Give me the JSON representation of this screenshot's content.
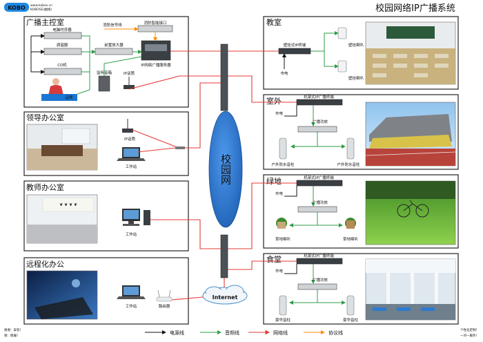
{
  "header": {
    "logo_text": "KOBO",
    "logo_sub_1": "www.kobos.cn",
    "logo_sub_2": "KOBOSE(曲线)",
    "title": "校园网络IP广播系统"
  },
  "center": {
    "label": "校园网"
  },
  "internet": {
    "label": "Internet"
  },
  "rooms": {
    "broadcast": {
      "title": "广播主控室",
      "fire_signal": "消防信号线",
      "fire_port": "消防智能接口",
      "timer": "电脑时序器",
      "tuner": "调谐器",
      "amp": "前置放大器",
      "server": "IP网络广播服务器",
      "cd": "CD机",
      "speaker": "监听音箱",
      "ipmic": "IP话筒",
      "desk_label": "话筒"
    },
    "leader": {
      "title": "领导办公室",
      "ipmic": "IP话筒",
      "pc": "工作站"
    },
    "teacher": {
      "title": "教师办公室",
      "pc": "工作站"
    },
    "remote": {
      "title": "远程化办公",
      "pc": "工作站",
      "router": "路由器"
    },
    "classroom": {
      "title": "教室",
      "terminal": "壁挂式IP终端",
      "speaker1": "壁挂喇叭",
      "speaker2": "壁挂喇叭",
      "power": "市电"
    },
    "outdoor": {
      "title": "室外",
      "terminal": "机架式IP广播终端",
      "power": "市电",
      "amp": "广播功放",
      "sp1": "户外防水音柱",
      "sp2": "户外防水音柱"
    },
    "lawn": {
      "title": "绿地",
      "terminal": "机架式IP广播终端",
      "power": "市电",
      "amp": "广播功放",
      "sp1": "草地喇叭",
      "sp2": "草地喇叭"
    },
    "canteen": {
      "title": "食堂",
      "terminal": "机架式IP广播终端",
      "power": "市电",
      "amp": "广播功放",
      "sp1": "豪华音柱",
      "sp2": "豪华音柱"
    }
  },
  "legend": {
    "power": "电源线",
    "audio": "音频线",
    "network": "网络线",
    "protocol": "协议线"
  },
  "footer": {
    "left_1": "谢谢：安装！",
    "left_2": "谢：胜偏！",
    "right_1": "个性化定制！",
    "right_2": "一对一服务！"
  },
  "colors": {
    "network": "#e53935",
    "power": "#111111",
    "audio": "#2e9d47",
    "protocol": "#ff8c00",
    "center_fill": "#2f7bd6"
  }
}
